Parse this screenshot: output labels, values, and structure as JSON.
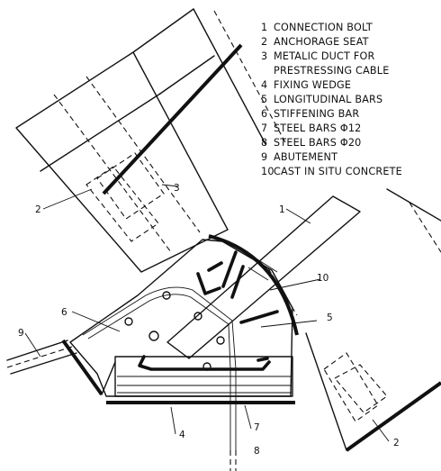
{
  "legend": [
    {
      "num": "1",
      "text": "CONNECTION BOLT"
    },
    {
      "num": "2",
      "text": "ANCHORAGE SEAT"
    },
    {
      "num": "3",
      "text": "METALIC DUCT FOR"
    },
    {
      "num": "",
      "text": "PRESTRESSING CABLE"
    },
    {
      "num": "4",
      "text": "FIXING WEDGE"
    },
    {
      "num": "5",
      "text": "LONGITUDINAL BARS"
    },
    {
      "num": "6",
      "text": "STIFFENING BAR"
    },
    {
      "num": "7",
      "text": "STEEL BARS Φ12"
    },
    {
      "num": "8",
      "text": "STEEL BARS Φ20"
    },
    {
      "num": "9",
      "text": "ABUTEMENT"
    },
    {
      "num": "10",
      "text": "CAST IN SITU CONCRETE"
    }
  ],
  "callouts": {
    "c1": "1",
    "c2a": "2",
    "c2b": "2",
    "c3": "3",
    "c4": "4",
    "c5": "5",
    "c6": "6",
    "c7": "7",
    "c8": "8",
    "c9": "9",
    "c10": "10"
  }
}
